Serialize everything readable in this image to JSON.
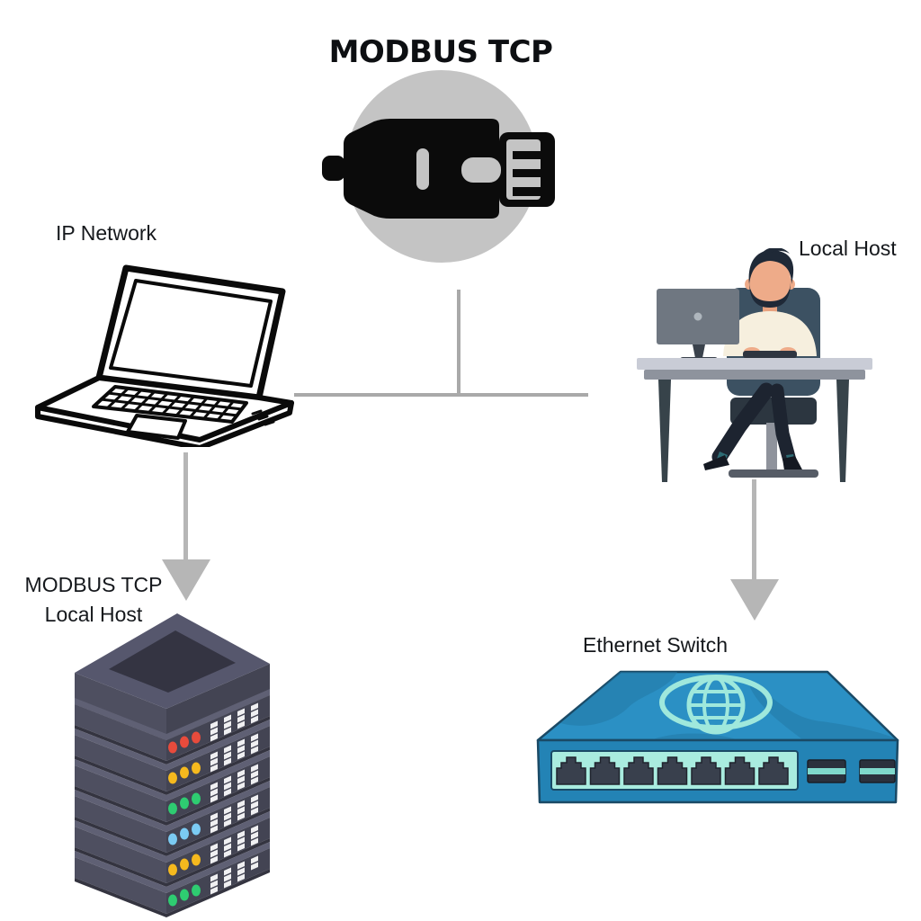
{
  "diagram": {
    "title": "MODBUS TCP",
    "nodes": {
      "protocol_hub": {
        "icon": "ethernet-connector-icon"
      },
      "ip_network": {
        "label": "IP Network",
        "icon": "laptop-icon"
      },
      "local_host": {
        "label": "Local Host",
        "icon": "person-at-desk-icon"
      },
      "modbus_server": {
        "label_line1": "MODBUS TCP",
        "label_line2": "Local Host",
        "icon": "server-rack-icon"
      },
      "ethernet_switch": {
        "label": "Ethernet Switch",
        "icon": "ethernet-switch-icon"
      }
    },
    "connections": [
      "laptop and local-host joined by T-line to protocol hub",
      "laptop arrow down to modbus server",
      "local-host arrow down to ethernet switch"
    ],
    "server_led_rows": [
      "red",
      "yellow",
      "green",
      "blue",
      "yellow",
      "green"
    ],
    "switch_port_count": 7,
    "switch_sfp_count": 2
  },
  "colors": {
    "bg": "#ffffff",
    "ink": "#15181c",
    "title-ink": "#0d0f12",
    "circle": "#c4c4c4",
    "line": "#a9a9a9",
    "arrow": "#b6b6b6",
    "icon-black": "#0b0b0b",
    "led-red": "#e84b3c",
    "led-yellow": "#f5b91e",
    "led-green": "#2ecc71",
    "led-blue": "#7bcbf3",
    "server-body": "#4e4f60",
    "switch-blue": "#2b90c4",
    "switch-strip": "#a9ecdf"
  }
}
